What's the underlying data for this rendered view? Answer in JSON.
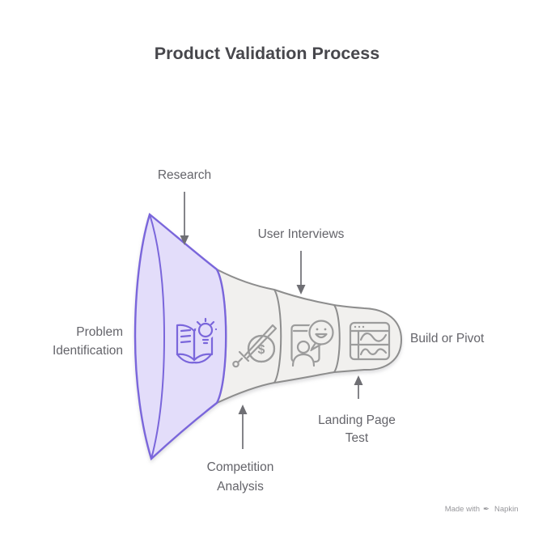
{
  "title": "Product Validation Process",
  "diagram_type": "horizontal-funnel",
  "input_label": {
    "line1": "Problem",
    "line2": "Identification"
  },
  "output_label": "Build or Pivot",
  "stages": [
    {
      "name": "research",
      "label": "Research",
      "icon": "book-lightbulb-icon",
      "highlighted": true,
      "callout_position": "top"
    },
    {
      "name": "competition-analysis",
      "label_line1": "Competition",
      "label_line2": "Analysis",
      "icon": "sword-dollar-icon",
      "highlighted": false,
      "callout_position": "bottom"
    },
    {
      "name": "user-interviews",
      "label": "User Interviews",
      "icon": "person-chat-icon",
      "highlighted": false,
      "callout_position": "top"
    },
    {
      "name": "landing-page-test",
      "label_line1": "Landing Page",
      "label_line2": "Test",
      "icon": "browser-chart-icon",
      "highlighted": false,
      "callout_position": "bottom"
    }
  ],
  "watermark": {
    "prefix": "Made with",
    "icon": "pen-nib-icon",
    "pen_glyph": "✒",
    "brand": "Napkin"
  },
  "colors": {
    "accent_purple_stroke": "#7a66db",
    "accent_purple_fill": "#e3ddfa",
    "funnel_gray_stroke": "#8d8d8d",
    "funnel_gray_fill": "#f1f0ee",
    "icon_gray": "#9c9c9c",
    "label_gray": "#64646a",
    "title_gray": "#47474c",
    "arrow_gray": "#6f6f74",
    "background": "#ffffff"
  }
}
